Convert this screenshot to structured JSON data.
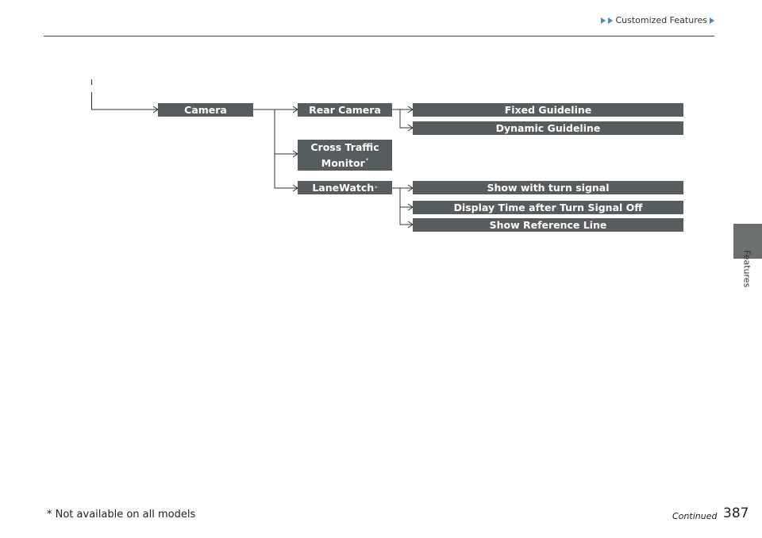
{
  "header": {
    "breadcrumb": "Customized Features"
  },
  "side_tab": {
    "label": "Features"
  },
  "tree": {
    "camera": "Camera",
    "rear_camera": "Rear Camera",
    "fixed_guideline": "Fixed Guideline",
    "dynamic_guideline": "Dynamic Guideline",
    "cross_traffic_line1": "Cross Traffic",
    "cross_traffic_line2": "Monitor",
    "lanewatch": "LaneWatch",
    "show_turn_signal": "Show with turn signal",
    "display_time": "Display Time after Turn Signal Off",
    "show_reference_line": "Show Reference Line",
    "asterisk": "*"
  },
  "footer": {
    "footnote": "* Not available on all models",
    "continued": "Continued",
    "page_number": "387"
  }
}
